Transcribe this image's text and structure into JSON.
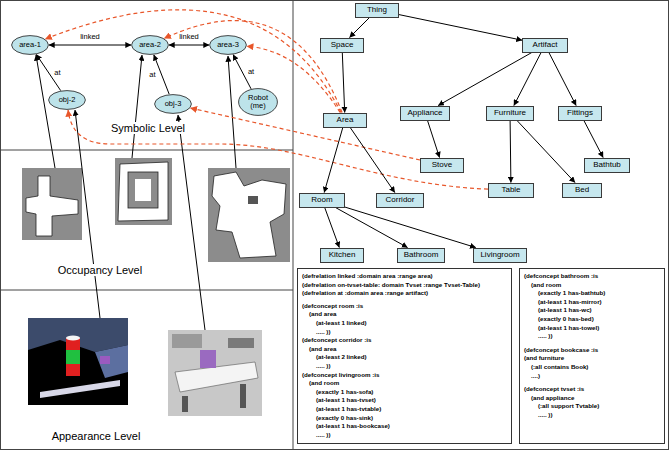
{
  "diagram": {
    "nodes": [
      {
        "text": [
          "area-1"
        ]
      },
      {
        "text": [
          "area-2"
        ]
      },
      {
        "text": [
          "area-3"
        ]
      },
      {
        "text": [
          "obj-2"
        ]
      },
      {
        "text": [
          "obj-3"
        ]
      },
      {
        "text": [
          "Robot (me)"
        ]
      },
      {
        "text": [
          "Thing"
        ]
      },
      {
        "text": [
          "Space"
        ]
      },
      {
        "text": [
          "Artifact"
        ]
      },
      {
        "text": [
          "Area"
        ]
      },
      {
        "text": [
          "Appliance"
        ]
      },
      {
        "text": [
          "Furniture"
        ]
      },
      {
        "text": [
          "Fittings"
        ]
      },
      {
        "text": [
          "Stove"
        ]
      },
      {
        "text": [
          "Bathtub"
        ]
      },
      {
        "text": [
          "Room"
        ]
      },
      {
        "text": [
          "Corridor"
        ]
      },
      {
        "text": [
          "Table"
        ]
      },
      {
        "text": [
          "Bed"
        ]
      },
      {
        "text": [
          "Kitchen"
        ]
      },
      {
        "text": [
          "Bathroom"
        ]
      },
      {
        "text": [
          "Livingroom"
        ]
      },
      {
        "text": [
          "(defrelation linked :domain area :range area)",
          "(defrelation on-tvset-table: domain Tvset :range Tvset-Table)",
          "(defrelation at :domain area :range artifact)",
          "(defconcept room :is",
          "(and area",
          "(at-least 1 linked)",
          "..... ))",
          "(defconcept corridor :is",
          "(and area",
          "(at-least 2 linked)",
          "..... ))",
          "(defconcept livingroom :is",
          "(and room",
          "(exactly 1 has-sofa)",
          "(at-least 1 has-tvset)",
          "(at-least 1 has-tvtable)",
          "(exactly 0 has-sink)",
          "(at-least 1 has-bookcase)",
          "..... ))"
        ]
      },
      {
        "text": [
          "(defconcept bathroom :is",
          "(and room",
          "(exactly 1 has-bathtub)",
          "(at-least 1 has-mirror)",
          "(at-least 1 has-wc)",
          "(exactly 0 has-bed)",
          "(at-least 1 has-towel)",
          "..... ))",
          "(defconcept bookcase :is",
          "(and furniture",
          "(:all contains Book)",
          "....)",
          "(defconcept tvset :is",
          "(and appliance",
          "(:all support Tvtable)",
          "..... ))"
        ]
      }
    ],
    "edges": [
      {
        "from": 0,
        "to": 1,
        "label": "linked",
        "arrow": "both"
      },
      {
        "from": 1,
        "to": 2,
        "label": "linked",
        "arrow": "both"
      },
      {
        "from": 3,
        "to": 0,
        "label": "at",
        "arrow": "to"
      },
      {
        "from": 4,
        "to": 1,
        "label": "at",
        "arrow": "to"
      },
      {
        "from": 5,
        "to": 2,
        "label": "at",
        "arrow": "to"
      },
      {
        "from": 9,
        "to": 0,
        "arrow": "to"
      },
      {
        "from": 9,
        "to": 1,
        "arrow": "to"
      },
      {
        "from": 9,
        "to": 2,
        "arrow": "to"
      },
      {
        "from": 13,
        "to": 4,
        "arrow": "to"
      },
      {
        "from": 17,
        "to": 3,
        "arrow": "to"
      },
      {
        "from": 6,
        "to": 7,
        "arrow": "to"
      },
      {
        "from": 6,
        "to": 8,
        "arrow": "to"
      },
      {
        "from": 7,
        "to": 9,
        "arrow": "to"
      },
      {
        "from": 8,
        "to": 10,
        "arrow": "to"
      },
      {
        "from": 8,
        "to": 11,
        "arrow": "to"
      },
      {
        "from": 8,
        "to": 12,
        "arrow": "to"
      },
      {
        "from": 10,
        "to": 13,
        "arrow": "to"
      },
      {
        "from": 12,
        "to": 14,
        "arrow": "to"
      },
      {
        "from": 9,
        "to": 15,
        "arrow": "to"
      },
      {
        "from": 9,
        "to": 16,
        "arrow": "to"
      },
      {
        "from": 11,
        "to": 17,
        "arrow": "to"
      },
      {
        "from": 11,
        "to": 18,
        "arrow": "to"
      },
      {
        "from": 15,
        "to": 19,
        "arrow": "to"
      },
      {
        "from": 15,
        "to": 20,
        "arrow": "to"
      },
      {
        "from": 15,
        "to": 21,
        "arrow": "to"
      }
    ],
    "labels": [
      "Symbolic Level",
      "Occupancy Level",
      "Appearance Level"
    ]
  }
}
